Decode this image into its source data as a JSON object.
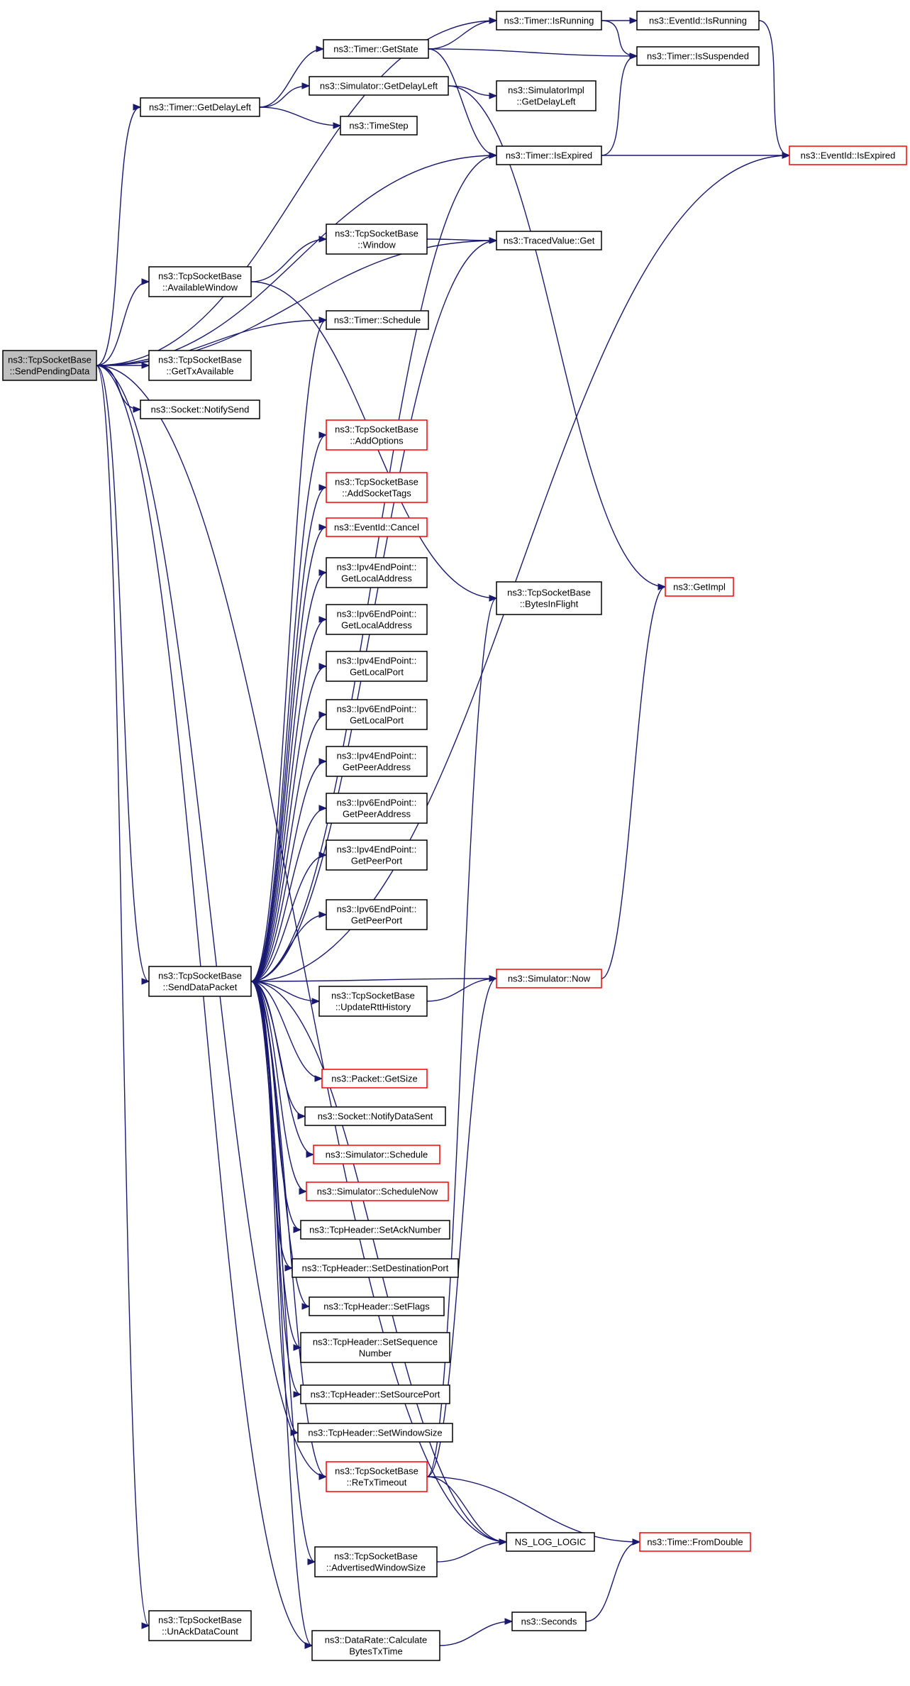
{
  "diagram": {
    "nodes": [
      {
        "id": "root",
        "lines": [
          "ns3::TcpSocketBase",
          "::SendPendingData"
        ],
        "style": "root"
      },
      {
        "id": "getdelayleft",
        "lines": [
          "ns3::Timer::GetDelayLeft"
        ],
        "style": "normal"
      },
      {
        "id": "getstate",
        "lines": [
          "ns3::Timer::GetState"
        ],
        "style": "normal"
      },
      {
        "id": "isrunning",
        "lines": [
          "ns3::Timer::IsRunning"
        ],
        "style": "normal"
      },
      {
        "id": "evisrunning",
        "lines": [
          "ns3::EventId::IsRunning"
        ],
        "style": "normal"
      },
      {
        "id": "issuspended",
        "lines": [
          "ns3::Timer::IsSuspended"
        ],
        "style": "normal"
      },
      {
        "id": "simgetdelay",
        "lines": [
          "ns3::Simulator::GetDelayLeft"
        ],
        "style": "normal"
      },
      {
        "id": "simimpldelay",
        "lines": [
          "ns3::SimulatorImpl",
          "::GetDelayLeft"
        ],
        "style": "normal"
      },
      {
        "id": "timestep",
        "lines": [
          "ns3::TimeStep"
        ],
        "style": "normal"
      },
      {
        "id": "isexpired",
        "lines": [
          "ns3::Timer::IsExpired"
        ],
        "style": "normal"
      },
      {
        "id": "evisexpired",
        "lines": [
          "ns3::EventId::IsExpired"
        ],
        "style": "red"
      },
      {
        "id": "window",
        "lines": [
          "ns3::TcpSocketBase",
          "::Window"
        ],
        "style": "normal"
      },
      {
        "id": "tracedget",
        "lines": [
          "ns3::TracedValue::Get"
        ],
        "style": "normal"
      },
      {
        "id": "availwin",
        "lines": [
          "ns3::TcpSocketBase",
          "::AvailableWindow"
        ],
        "style": "normal"
      },
      {
        "id": "schedule",
        "lines": [
          "ns3::Timer::Schedule"
        ],
        "style": "normal"
      },
      {
        "id": "gettxavail",
        "lines": [
          "ns3::TcpSocketBase",
          "::GetTxAvailable"
        ],
        "style": "normal"
      },
      {
        "id": "notifysend",
        "lines": [
          "ns3::Socket::NotifySend"
        ],
        "style": "normal"
      },
      {
        "id": "addoptions",
        "lines": [
          "ns3::TcpSocketBase",
          "::AddOptions"
        ],
        "style": "red"
      },
      {
        "id": "addsockettags",
        "lines": [
          "ns3::TcpSocketBase",
          "::AddSocketTags"
        ],
        "style": "red"
      },
      {
        "id": "evcancel",
        "lines": [
          "ns3::EventId::Cancel"
        ],
        "style": "red"
      },
      {
        "id": "ipv4localaddr",
        "lines": [
          "ns3::Ipv4EndPoint::",
          "GetLocalAddress"
        ],
        "style": "normal"
      },
      {
        "id": "ipv6localaddr",
        "lines": [
          "ns3::Ipv6EndPoint::",
          "GetLocalAddress"
        ],
        "style": "normal"
      },
      {
        "id": "ipv4localport",
        "lines": [
          "ns3::Ipv4EndPoint::",
          "GetLocalPort"
        ],
        "style": "normal"
      },
      {
        "id": "ipv6localport",
        "lines": [
          "ns3::Ipv6EndPoint::",
          "GetLocalPort"
        ],
        "style": "normal"
      },
      {
        "id": "ipv4peeraddr",
        "lines": [
          "ns3::Ipv4EndPoint::",
          "GetPeerAddress"
        ],
        "style": "normal"
      },
      {
        "id": "ipv6peeraddr",
        "lines": [
          "ns3::Ipv6EndPoint::",
          "GetPeerAddress"
        ],
        "style": "normal"
      },
      {
        "id": "ipv4peerport",
        "lines": [
          "ns3::Ipv4EndPoint::",
          "GetPeerPort"
        ],
        "style": "normal"
      },
      {
        "id": "ipv6peerport",
        "lines": [
          "ns3::Ipv6EndPoint::",
          "GetPeerPort"
        ],
        "style": "normal"
      },
      {
        "id": "bytesinflight",
        "lines": [
          "ns3::TcpSocketBase",
          "::BytesInFlight"
        ],
        "style": "normal"
      },
      {
        "id": "getimpl",
        "lines": [
          "ns3::GetImpl"
        ],
        "style": "red"
      },
      {
        "id": "senddatapacket",
        "lines": [
          "ns3::TcpSocketBase",
          "::SendDataPacket"
        ],
        "style": "normal"
      },
      {
        "id": "simnow",
        "lines": [
          "ns3::Simulator::Now"
        ],
        "style": "red"
      },
      {
        "id": "updatertt",
        "lines": [
          "ns3::TcpSocketBase",
          "::UpdateRttHistory"
        ],
        "style": "normal"
      },
      {
        "id": "packetgetsize",
        "lines": [
          "ns3::Packet::GetSize"
        ],
        "style": "red"
      },
      {
        "id": "notifydatasent",
        "lines": [
          "ns3::Socket::NotifyDataSent"
        ],
        "style": "normal"
      },
      {
        "id": "simschedule",
        "lines": [
          "ns3::Simulator::Schedule"
        ],
        "style": "red"
      },
      {
        "id": "simschedulenow",
        "lines": [
          "ns3::Simulator::ScheduleNow"
        ],
        "style": "red"
      },
      {
        "id": "setacknumber",
        "lines": [
          "ns3::TcpHeader::SetAckNumber"
        ],
        "style": "normal"
      },
      {
        "id": "setdestport",
        "lines": [
          "ns3::TcpHeader::SetDestinationPort"
        ],
        "style": "normal"
      },
      {
        "id": "setflags",
        "lines": [
          "ns3::TcpHeader::SetFlags"
        ],
        "style": "normal"
      },
      {
        "id": "setseq",
        "lines": [
          "ns3::TcpHeader::SetSequence",
          "Number"
        ],
        "style": "normal"
      },
      {
        "id": "setsrcport",
        "lines": [
          "ns3::TcpHeader::SetSourcePort"
        ],
        "style": "normal"
      },
      {
        "id": "setwinsize",
        "lines": [
          "ns3::TcpHeader::SetWindowSize"
        ],
        "style": "normal"
      },
      {
        "id": "retxtimeout",
        "lines": [
          "ns3::TcpSocketBase",
          "::ReTxTimeout"
        ],
        "style": "red"
      },
      {
        "id": "nslog",
        "lines": [
          "NS_LOG_LOGIC"
        ],
        "style": "normal"
      },
      {
        "id": "fromdouble",
        "lines": [
          "ns3::Time::FromDouble"
        ],
        "style": "red"
      },
      {
        "id": "advwinsize",
        "lines": [
          "ns3::TcpSocketBase",
          "::AdvertisedWindowSize"
        ],
        "style": "normal"
      },
      {
        "id": "unackdata",
        "lines": [
          "ns3::TcpSocketBase",
          "::UnAckDataCount"
        ],
        "style": "normal"
      },
      {
        "id": "seconds",
        "lines": [
          "ns3::Seconds"
        ],
        "style": "normal"
      },
      {
        "id": "calcbytes",
        "lines": [
          "ns3::DataRate::Calculate",
          "BytesTxTime"
        ],
        "style": "normal"
      }
    ],
    "edges": [
      [
        "root",
        "isrunning"
      ],
      [
        "root",
        "getdelayleft"
      ],
      [
        "root",
        "isexpired"
      ],
      [
        "root",
        "tracedget"
      ],
      [
        "root",
        "availwin"
      ],
      [
        "root",
        "schedule"
      ],
      [
        "root",
        "gettxavail"
      ],
      [
        "root",
        "notifysend"
      ],
      [
        "root",
        "senddatapacket"
      ],
      [
        "root",
        "retxtimeout"
      ],
      [
        "root",
        "nslog"
      ],
      [
        "root",
        "unackdata"
      ],
      [
        "root",
        "calcbytes"
      ],
      [
        "getdelayleft",
        "getstate"
      ],
      [
        "getdelayleft",
        "simgetdelay"
      ],
      [
        "getdelayleft",
        "timestep"
      ],
      [
        "getstate",
        "isrunning"
      ],
      [
        "getstate",
        "issuspended"
      ],
      [
        "getstate",
        "isexpired"
      ],
      [
        "isrunning",
        "evisrunning"
      ],
      [
        "isrunning",
        "issuspended"
      ],
      [
        "evisrunning",
        "evisexpired"
      ],
      [
        "simgetdelay",
        "simimpldelay"
      ],
      [
        "simgetdelay",
        "getimpl"
      ],
      [
        "isexpired",
        "issuspended"
      ],
      [
        "isexpired",
        "evisexpired"
      ],
      [
        "availwin",
        "window"
      ],
      [
        "availwin",
        "bytesinflight"
      ],
      [
        "window",
        "tracedget"
      ],
      [
        "senddatapacket",
        "schedule"
      ],
      [
        "senddatapacket",
        "isexpired"
      ],
      [
        "senddatapacket",
        "tracedget"
      ],
      [
        "senddatapacket",
        "addoptions"
      ],
      [
        "senddatapacket",
        "addsockettags"
      ],
      [
        "senddatapacket",
        "evcancel"
      ],
      [
        "senddatapacket",
        "ipv4localaddr"
      ],
      [
        "senddatapacket",
        "ipv6localaddr"
      ],
      [
        "senddatapacket",
        "ipv4localport"
      ],
      [
        "senddatapacket",
        "ipv6localport"
      ],
      [
        "senddatapacket",
        "ipv4peeraddr"
      ],
      [
        "senddatapacket",
        "ipv6peeraddr"
      ],
      [
        "senddatapacket",
        "ipv4peerport"
      ],
      [
        "senddatapacket",
        "ipv6peerport"
      ],
      [
        "senddatapacket",
        "simnow"
      ],
      [
        "senddatapacket",
        "updatertt"
      ],
      [
        "senddatapacket",
        "evisexpired"
      ],
      [
        "senddatapacket",
        "packetgetsize"
      ],
      [
        "senddatapacket",
        "notifydatasent"
      ],
      [
        "senddatapacket",
        "simschedule"
      ],
      [
        "senddatapacket",
        "simschedulenow"
      ],
      [
        "senddatapacket",
        "setacknumber"
      ],
      [
        "senddatapacket",
        "setdestport"
      ],
      [
        "senddatapacket",
        "setflags"
      ],
      [
        "senddatapacket",
        "setseq"
      ],
      [
        "senddatapacket",
        "setsrcport"
      ],
      [
        "senddatapacket",
        "setwinsize"
      ],
      [
        "senddatapacket",
        "retxtimeout"
      ],
      [
        "senddatapacket",
        "nslog"
      ],
      [
        "senddatapacket",
        "advwinsize"
      ],
      [
        "senddatapacket",
        "calcbytes"
      ],
      [
        "updatertt",
        "simnow"
      ],
      [
        "simnow",
        "getimpl"
      ],
      [
        "retxtimeout",
        "bytesinflight"
      ],
      [
        "retxtimeout",
        "simnow"
      ],
      [
        "retxtimeout",
        "nslog"
      ],
      [
        "retxtimeout",
        "fromdouble"
      ],
      [
        "advwinsize",
        "nslog"
      ],
      [
        "calcbytes",
        "seconds"
      ],
      [
        "seconds",
        "fromdouble"
      ]
    ]
  }
}
